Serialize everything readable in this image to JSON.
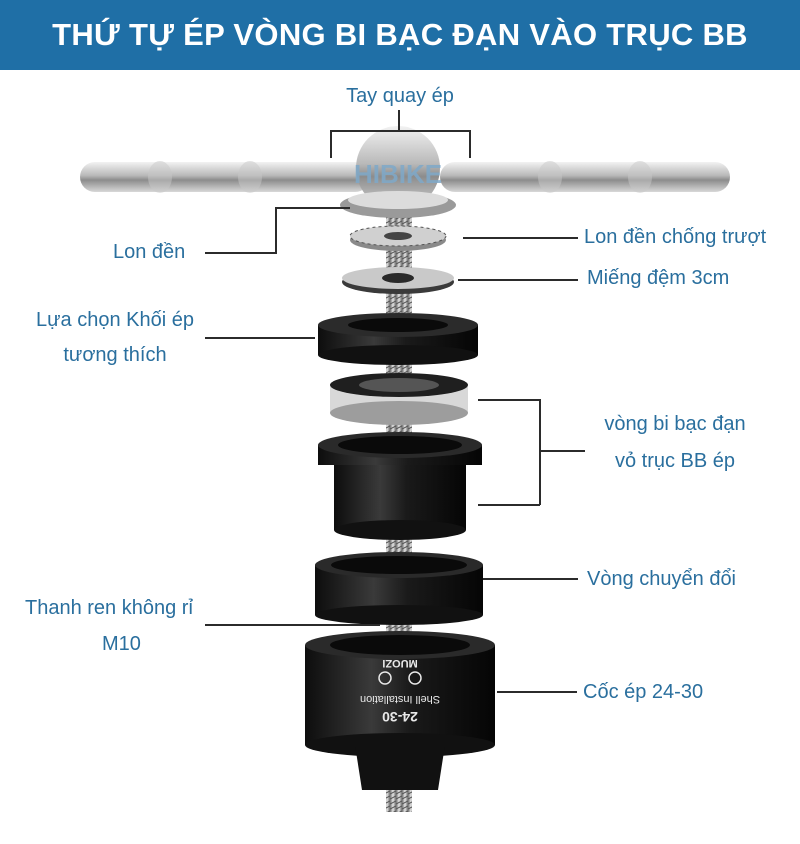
{
  "header": {
    "title": "THỨ TỰ ÉP VÒNG BI BẠC ĐẠN VÀO TRỤC BB",
    "background": "#1f6fa6"
  },
  "watermark": "HIBIKE",
  "labels": {
    "tay_quay": "Tay quay ép",
    "lon_den": "Lon đền",
    "lon_den_chong_truot": "Lon đền chống trượt",
    "mieng_dem": "Miếng đệm 3cm",
    "lua_chon_line1": "Lựa chọn Khối ép",
    "lua_chon_line2": "tương thích",
    "vong_bi_line1": "vòng bi bạc đạn",
    "vong_bi_line2": "vỏ trục BB ép",
    "vong_chuyen_doi": "Vòng chuyển đổi",
    "thanh_ren_line1": "Thanh ren không rỉ",
    "thanh_ren_line2": "M10",
    "coc_ep": "Cốc ép 24-30"
  },
  "cup_engraving": {
    "size": "24-30",
    "text": "Shell Installation",
    "brand": "MUOZI"
  },
  "label_color": "#2a6f9e"
}
